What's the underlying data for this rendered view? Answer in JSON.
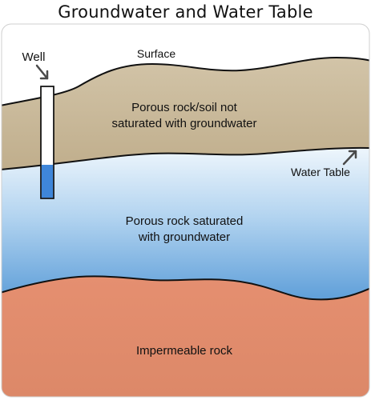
{
  "title": "Groundwater and Water Table",
  "labels": {
    "well": "Well",
    "surface": "Surface",
    "unsaturated_line1": "Porous rock/soil not",
    "unsaturated_line2": "saturated with groundwater",
    "water_table": "Water Table",
    "saturated_line1": "Porous rock saturated",
    "saturated_line2": "with groundwater",
    "impermeable": "Impermeable rock"
  },
  "colors": {
    "soil": "#c8b89a",
    "water_top": "#e8f3fb",
    "water_bottom": "#6ba7dc",
    "bedrock": "#e08a6c",
    "well_water": "#3f86d9",
    "outline": "#111111",
    "arrow": "#4a4a4a"
  }
}
